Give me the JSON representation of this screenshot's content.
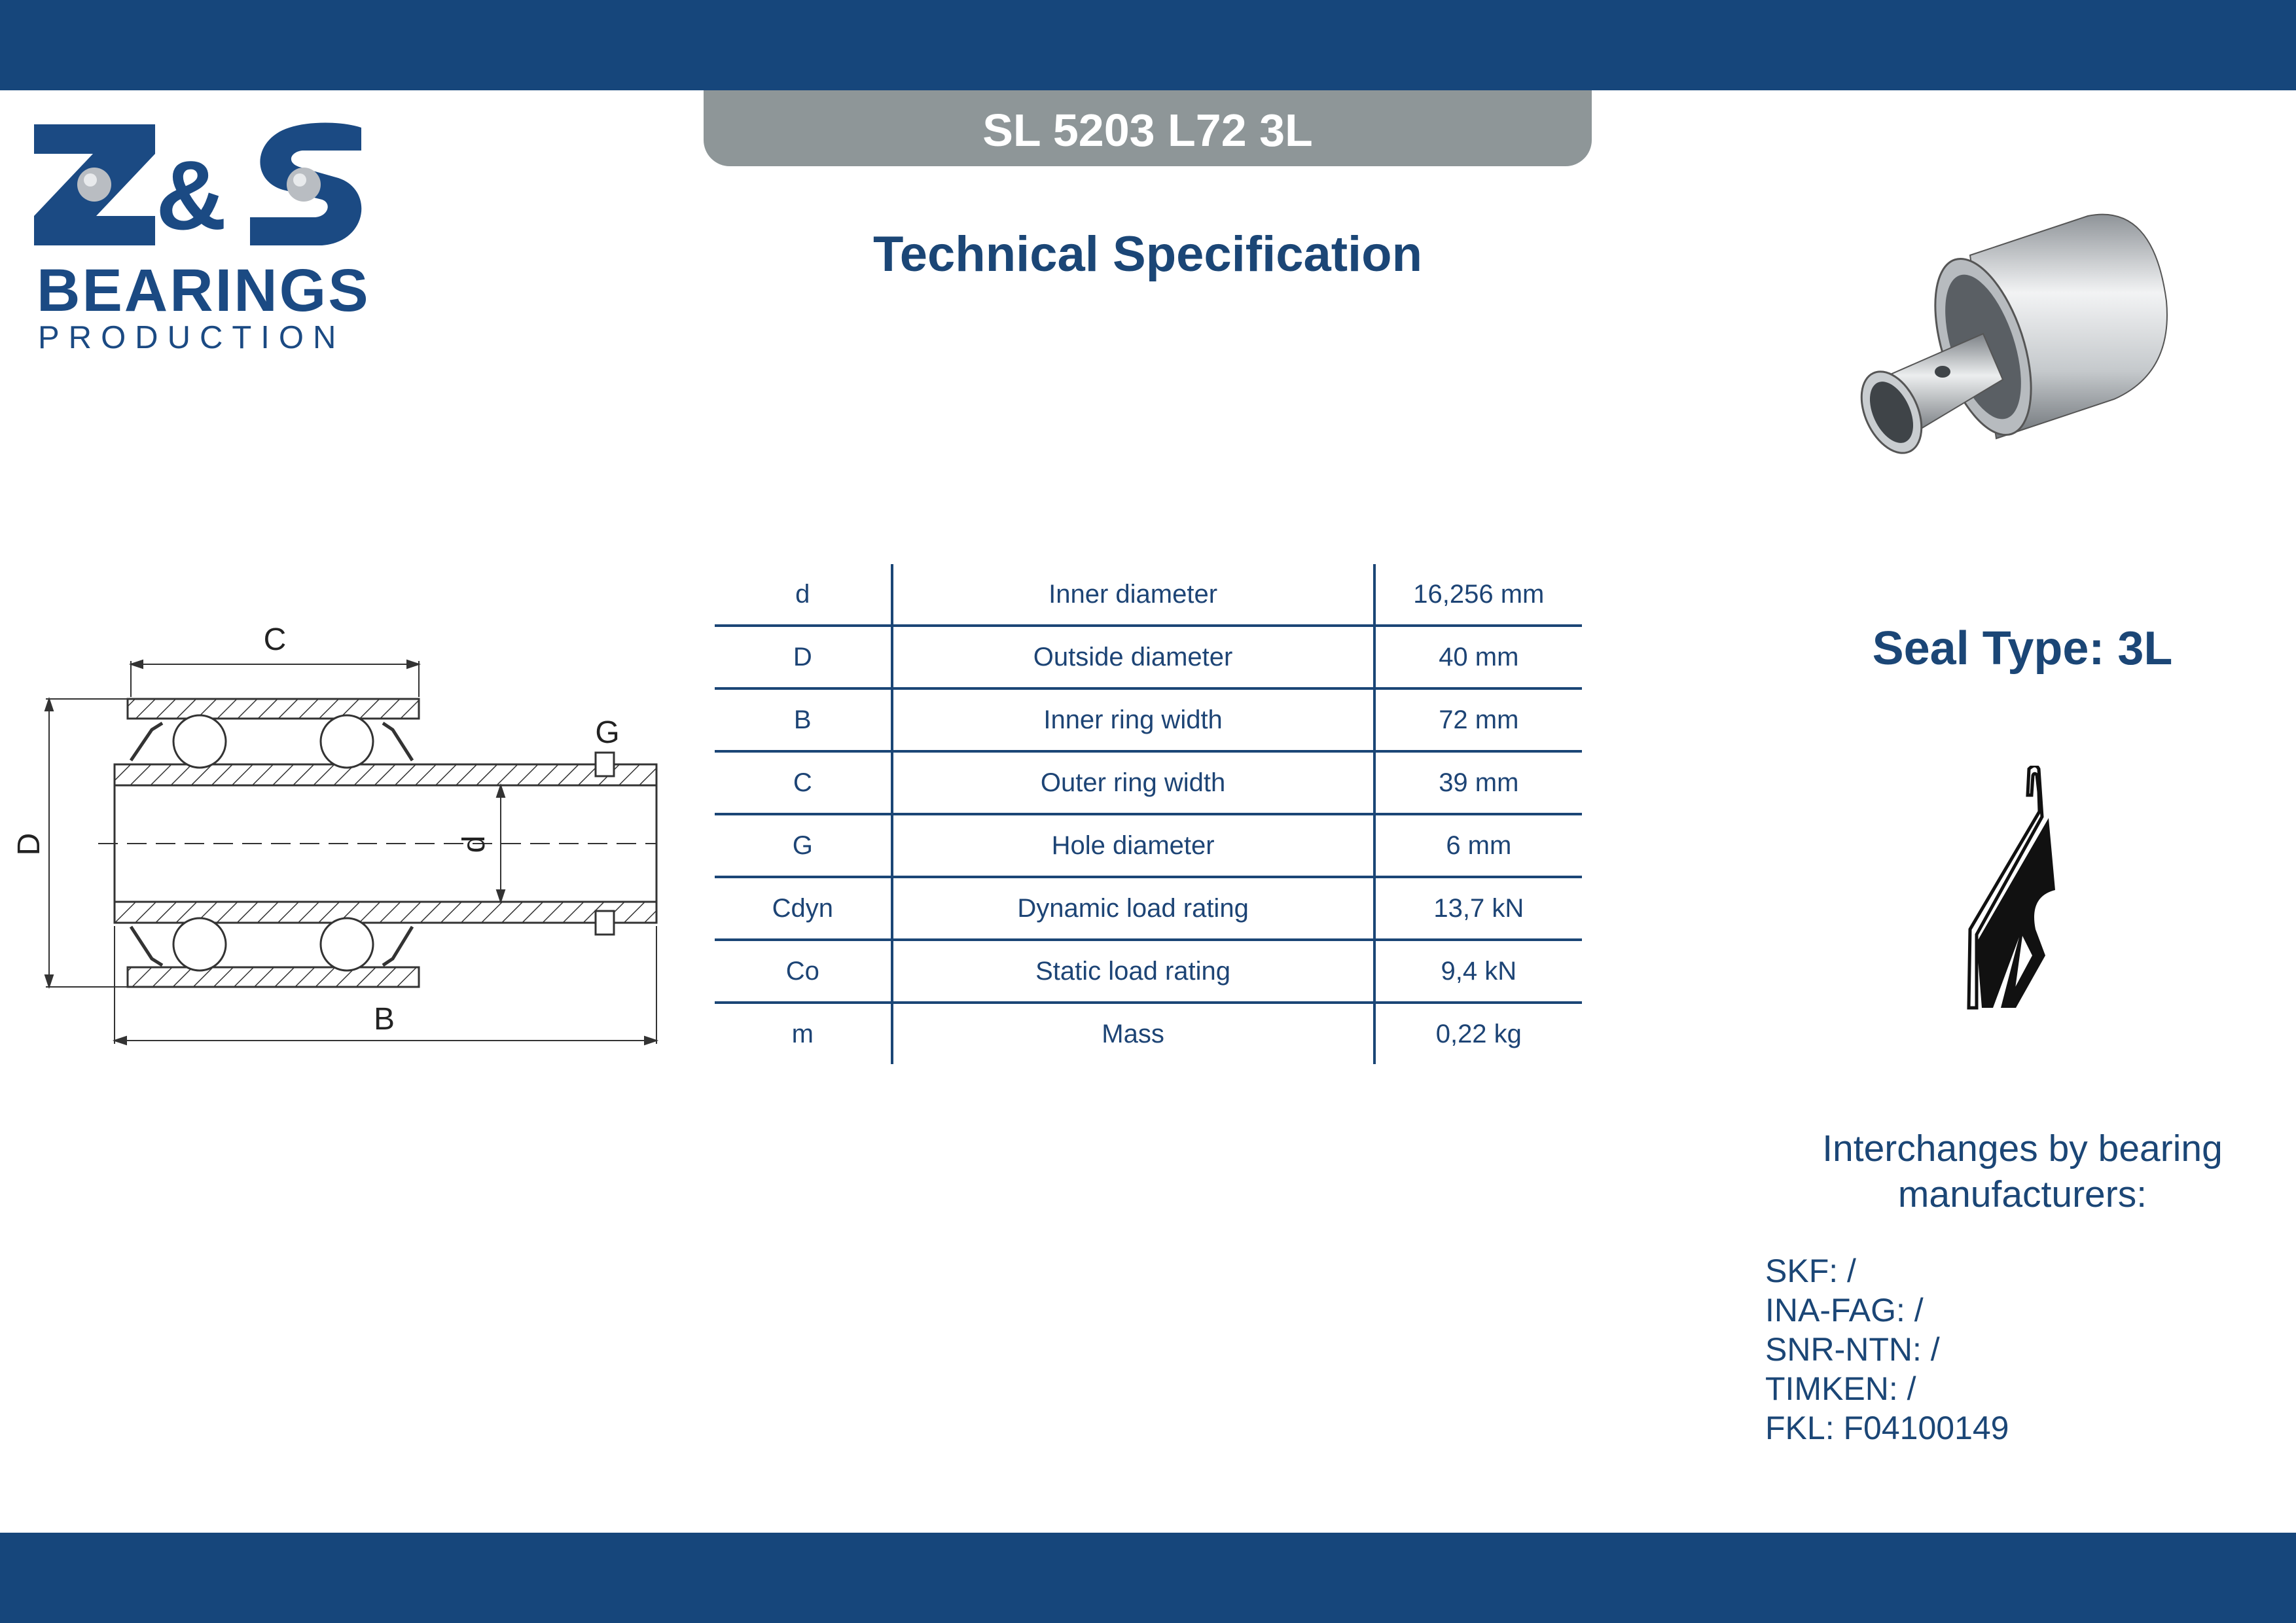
{
  "header": {
    "part_number": "SL 5203 L72 3L",
    "title": "Technical Specification"
  },
  "brand": {
    "logo_mark": "Z&S",
    "name": "BEARINGS",
    "subtitle": "PRODUCTION",
    "color": "#1b4a83"
  },
  "colors": {
    "band": "#16467b",
    "tab": "#8e9698",
    "text": "#1d4475"
  },
  "drawing": {
    "labels": {
      "C": "C",
      "D": "D",
      "G": "G",
      "d": "d",
      "B": "B"
    }
  },
  "specs": [
    {
      "symbol": "d",
      "name": "Inner diameter",
      "value": "16,256 mm"
    },
    {
      "symbol": "D",
      "name": "Outside diameter",
      "value": "40 mm"
    },
    {
      "symbol": "B",
      "name": "Inner ring width",
      "value": "72 mm"
    },
    {
      "symbol": "C",
      "name": "Outer ring width",
      "value": "39 mm"
    },
    {
      "symbol": "G",
      "name": "Hole diameter",
      "value": "6 mm"
    },
    {
      "symbol": "Cdyn",
      "name": "Dynamic load rating",
      "value": "13,7 kN"
    },
    {
      "symbol": "Co",
      "name": "Static load rating",
      "value": "9,4 kN"
    },
    {
      "symbol": "m",
      "name": "Mass",
      "value": "0,22 kg"
    }
  ],
  "seal": {
    "heading": "Seal Type: 3L"
  },
  "interchange": {
    "heading_line1": "Interchanges by bearing",
    "heading_line2": "manufacturers:",
    "items": [
      "SKF: /",
      "INA-FAG: /",
      "SNR-NTN: /",
      "TIMKEN: /",
      "FKL: F04100149"
    ]
  }
}
